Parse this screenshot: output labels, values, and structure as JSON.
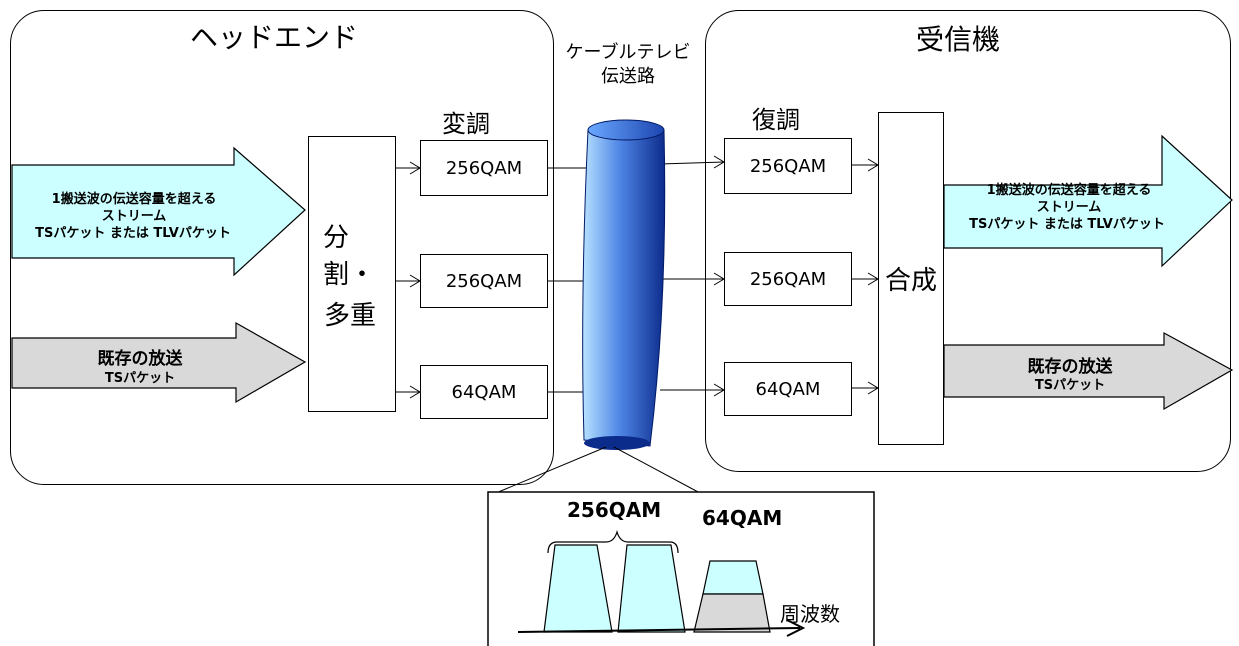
{
  "headend": {
    "title": "ヘッドエンド",
    "modulation_label": "変調",
    "split_label": [
      "分割・",
      "多重"
    ],
    "modulators": [
      "256QAM",
      "256QAM",
      "64QAM"
    ]
  },
  "transmission": {
    "label": [
      "ケーブルテレビ",
      "伝送路"
    ]
  },
  "receiver": {
    "title": "受信機",
    "demodulation_label": "復調",
    "combine_label": "合成",
    "demodulators": [
      "256QAM",
      "256QAM",
      "64QAM"
    ]
  },
  "input_stream": {
    "lines": [
      "1搬送波の伝送容量を超える",
      "ストリーム",
      "TSパケット または TLVパケット"
    ]
  },
  "input_existing": {
    "lines": [
      "既存の放送",
      "TSパケット"
    ]
  },
  "output_stream": {
    "lines": [
      "1搬送波の伝送容量を超える",
      "ストリーム",
      "TSパケット または TLVパケット"
    ]
  },
  "output_existing": {
    "lines": [
      "既存の放送",
      "TSパケット"
    ]
  },
  "spectrum": {
    "label_256": "256QAM",
    "label_64": "64QAM",
    "axis_label": "周波数"
  },
  "colors": {
    "stream_arrow": "#ccffff",
    "existing_arrow": "#d9d9d9",
    "cable_dark": "#1a3fa8",
    "cable_light": "#9fd1ff"
  }
}
